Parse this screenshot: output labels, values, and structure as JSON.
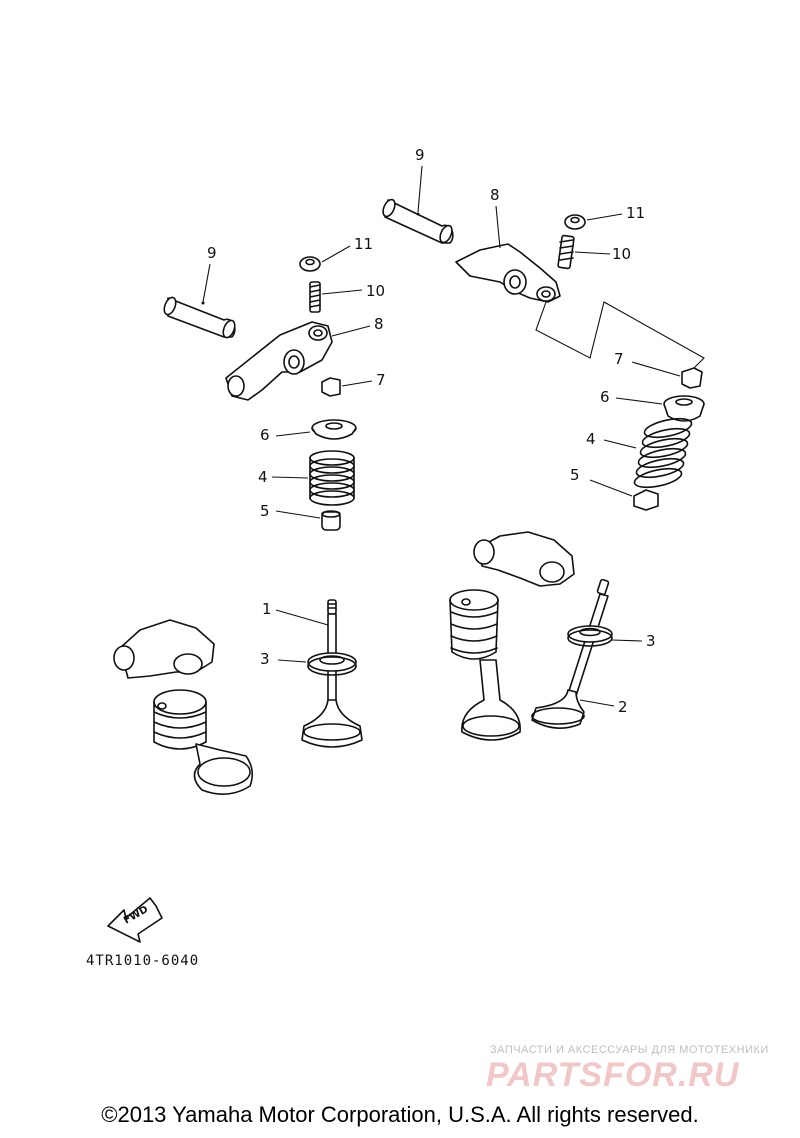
{
  "diagram": {
    "callouts": {
      "c1": "1",
      "c2": "2",
      "c3a": "3",
      "c3b": "3",
      "c4a": "4",
      "c4b": "4",
      "c5a": "5",
      "c5b": "5",
      "c6a": "6",
      "c6b": "6",
      "c7a": "7",
      "c7b": "7",
      "c8a": "8",
      "c8b": "8",
      "c9a": "9",
      "c9b": "9",
      "c10a": "10",
      "c10b": "10",
      "c11a": "11",
      "c11b": "11"
    },
    "fwd_label": "FWD",
    "part_code": "4TR1010-6040"
  },
  "watermark": {
    "tagline": "ЗАПЧАСТИ И АКСЕССУАРЫ ДЛЯ МОТОТЕХНИКИ",
    "logo": "PARTSFOR.RU"
  },
  "footer": {
    "copyright": "©2013 Yamaha Motor Corporation, U.S.A. All rights reserved."
  }
}
